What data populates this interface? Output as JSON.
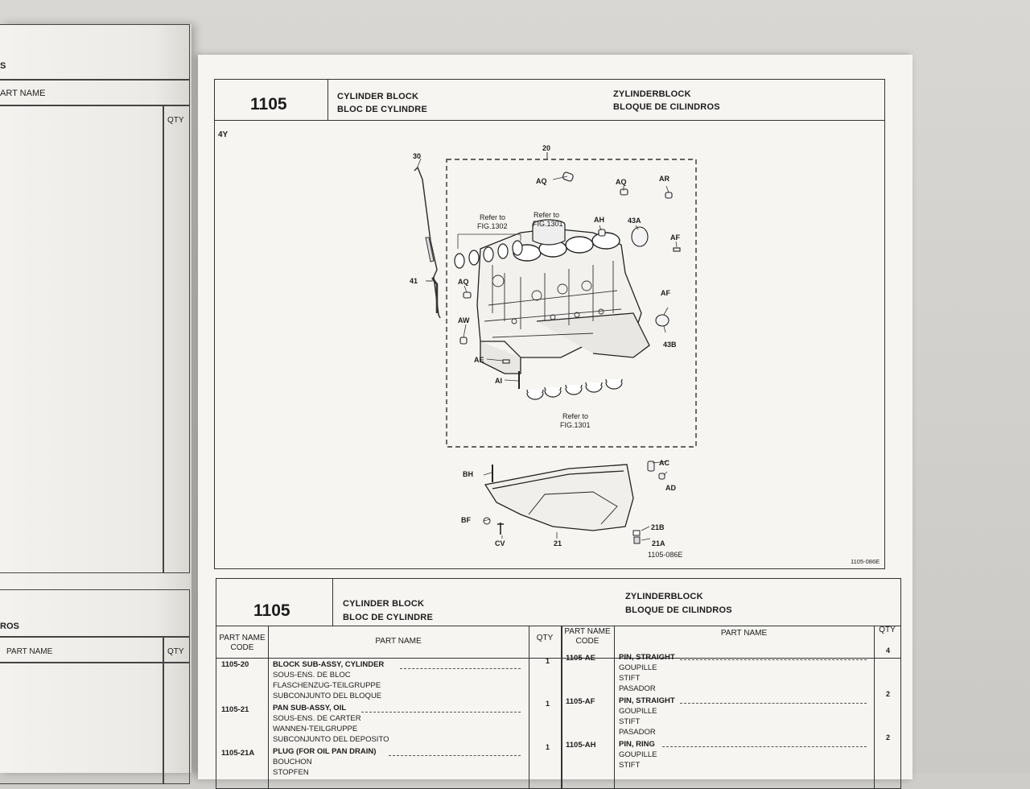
{
  "left_page": {
    "top_frag": "S",
    "col_part_name": "ART NAME",
    "col_qty": "QTY",
    "bottom_frag": "ROS",
    "col_part_name_2": "PART NAME",
    "col_qty_2": "QTY"
  },
  "figure": {
    "number": "1105",
    "title_en": "CYLINDER BLOCK",
    "title_fr": "BLOC DE CYLINDRE",
    "title_de": "ZYLINDERBLOCK",
    "title_es": "BLOQUE DE CILINDROS",
    "engine": "4Y",
    "drawing_ref": "1105-086E",
    "drawing_ref_corner": "1105-086E",
    "labels": {
      "l30": "30",
      "l20": "20",
      "l41": "41",
      "aq1": "AQ",
      "aq2": "AQ",
      "aq3": "AQ",
      "ar": "AR",
      "ah": "AH",
      "l43a": "43A",
      "af1": "AF",
      "af2": "AF",
      "l43b": "43B",
      "aw": "AW",
      "ae": "AE",
      "ai": "AI",
      "ref1302a": "Refer to",
      "ref1302b": "FIG.1302",
      "ref1301a": "Refer to",
      "ref1301b": "FIG.1301",
      "ref1301c": "Refer to",
      "ref1301d": "FIG.1301",
      "bh": "BH",
      "bf": "BF",
      "cv": "CV",
      "l21": "21",
      "ac": "AC",
      "ad": "AD",
      "l21b": "21B",
      "l21a": "21A"
    }
  },
  "table": {
    "number": "1105",
    "title_en": "CYLINDER BLOCK",
    "title_fr": "BLOC DE CYLINDRE",
    "title_de": "ZYLINDERBLOCK",
    "title_es": "BLOQUE DE CILINDROS",
    "headers": {
      "code": "PART NAME CODE",
      "code_l1": "PART NAME",
      "code_l2": "CODE",
      "name": "PART NAME",
      "qty": "QTY"
    },
    "left_rows": [
      {
        "code": "1105-20",
        "name": "BLOCK SUB-ASSY, CYLINDER",
        "qty": "1",
        "fr": "SOUS-ENS. DE BLOC",
        "de": "FLASCHENZUG-TEILGRUPPE",
        "es": "SUBCONJUNTO DEL BLOQUE"
      },
      {
        "code": "1105-21",
        "name": "PAN SUB-ASSY, OIL",
        "qty": "1",
        "fr": "SOUS-ENS. DE CARTER",
        "de": "WANNEN-TEILGRUPPE",
        "es": "SUBCONJUNTO DEL DEPOSITO"
      },
      {
        "code": "1105-21A",
        "name": "PLUG (FOR OIL PAN DRAIN)",
        "qty": "1",
        "fr": "BOUCHON",
        "de": "STOPFEN",
        "es": ""
      }
    ],
    "right_rows": [
      {
        "code": "1105-AE",
        "name": "PIN, STRAIGHT",
        "qty": "4",
        "fr": "GOUPILLE",
        "de": "STIFT",
        "es": "PASADOR"
      },
      {
        "code": "1105-AF",
        "name": "PIN, STRAIGHT",
        "qty": "2",
        "fr": "GOUPILLE",
        "de": "STIFT",
        "es": "PASADOR"
      },
      {
        "code": "1105-AH",
        "name": "PIN, RING",
        "qty": "2",
        "fr": "GOUPILLE",
        "de": "STIFT",
        "es": ""
      }
    ]
  }
}
